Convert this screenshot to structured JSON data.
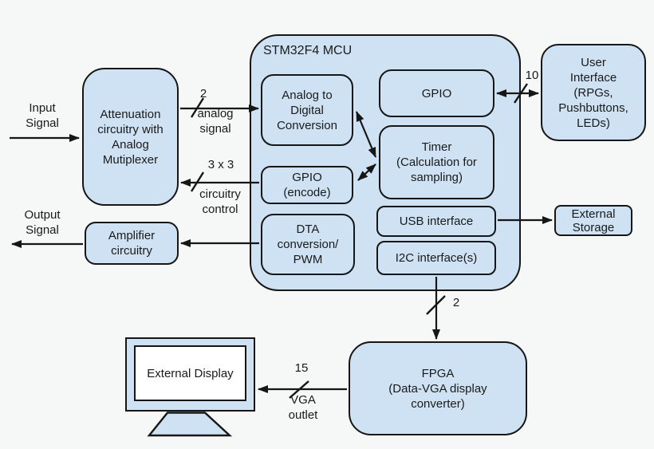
{
  "colors": {
    "block_fill": "#cfe2f3",
    "border": "#161616",
    "background": "#f6f7f7",
    "screen_fill": "#ffffff",
    "text": "#1a1a1a"
  },
  "blocks": {
    "mcu": {
      "label": "STM32F4 MCU"
    },
    "attenuation": {
      "label": "Attenuation\ncircuitry with\nAnalog\nMutiplexer"
    },
    "amplifier": {
      "label": "Amplifier\ncircuitry"
    },
    "adc": {
      "label": "Analog to\nDigital\nConversion"
    },
    "gpio": {
      "label": "GPIO"
    },
    "timer": {
      "label": "Timer\n(Calculation for\nsampling)"
    },
    "gpio_encode": {
      "label": "GPIO\n(encode)"
    },
    "dta": {
      "label": "DTA\nconversion/\nPWM"
    },
    "usb": {
      "label": "USB interface"
    },
    "i2c": {
      "label": "I2C interface(s)"
    },
    "user_interface": {
      "label": "User\nInterface\n(RPGs,\nPushbuttons,\nLEDs)"
    },
    "external_storage": {
      "label": "External\nStorage"
    },
    "fpga": {
      "label": "FPGA\n(Data-VGA display\nconverter)"
    },
    "external_display": {
      "label": "External Display"
    }
  },
  "labels": {
    "input_signal": "Input\nSignal",
    "output_signal": "Output\nSignal",
    "analog_bus_width": "2",
    "analog_bus": "analog\nsignal",
    "control_bus_width": "3 x 3",
    "control_bus": "circuitry\ncontrol",
    "ui_bus_width": "10",
    "i2c_bus_width": "2",
    "vga_bus_width": "15",
    "vga_bus": "VGA\noutlet"
  }
}
